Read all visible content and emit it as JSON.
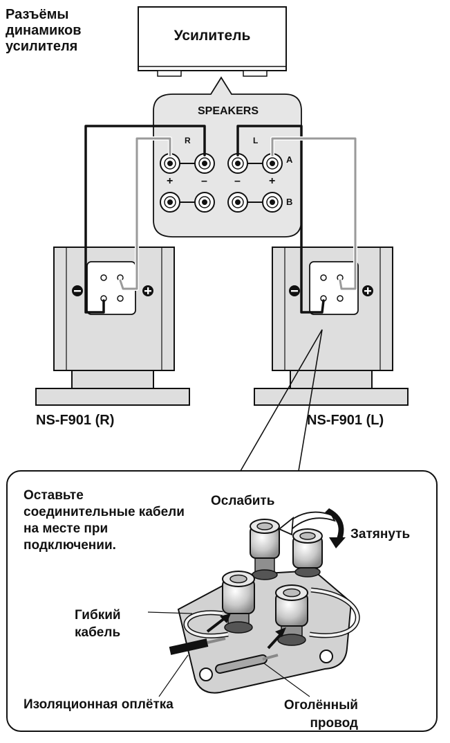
{
  "labels": {
    "amp_terminals": "Разъёмы динамиков усилителя",
    "amplifier": "Усилитель",
    "speakers": "SPEAKERS",
    "channel_r": "R",
    "channel_l": "L",
    "row_a": "A",
    "row_b": "B",
    "plus": "+",
    "minus": "–",
    "model_r": "NS-F901 (R)",
    "model_l": "NS-F901 (L)",
    "note": "Оставьте соединительные кабели на месте при подключении.",
    "loosen": "Ослабить",
    "tighten": "Затянуть",
    "flexible_cable": "Гибкий кабель",
    "insulation": "Изоляционная оплётка",
    "bare_wire": "Оголённый провод"
  },
  "colors": {
    "outline": "#111111",
    "panel_fill": "#e6e6e6",
    "speaker_fill": "#dedede",
    "plate_fill": "#d2d2d2",
    "wire_dark": "#111111",
    "wire_light": "#9a9a9a"
  }
}
